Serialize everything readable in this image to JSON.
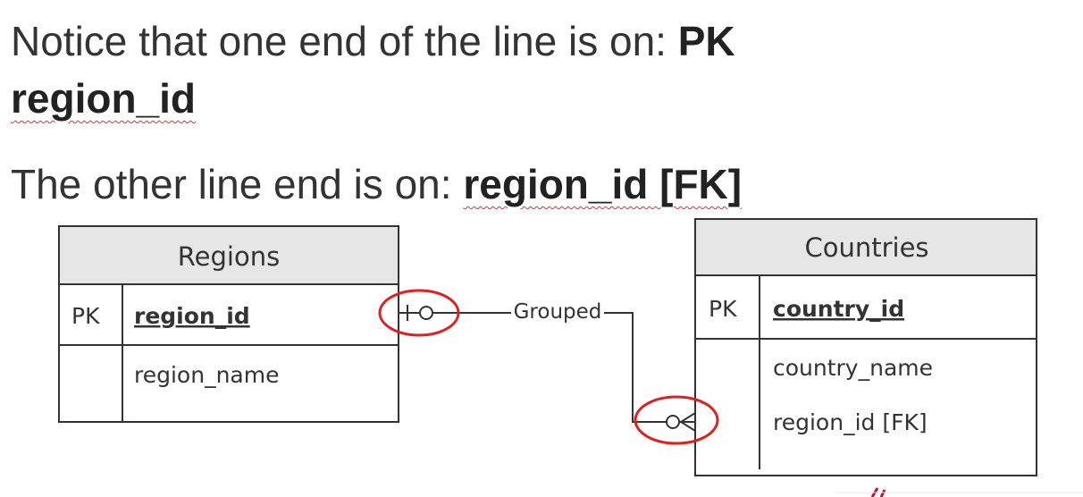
{
  "slide": {
    "line1_prefix": "Notice that one end of the line is on: ",
    "line1_bold": "PK",
    "line2_bold": "region_id",
    "line3_prefix": "The other line end is on: ",
    "line3_bold": "region_id [FK]"
  },
  "diagram": {
    "regions": {
      "title": "Regions",
      "pk_label": "PK",
      "pk_field": "region_id",
      "fields": [
        "region_name"
      ]
    },
    "countries": {
      "title": "Countries",
      "pk_label": "PK",
      "pk_field": "country_id",
      "fields": [
        "country_name",
        "region_id [FK]"
      ]
    },
    "relationship_label": "Grouped",
    "colors": {
      "header_fill": "#e6e6e6",
      "border": "#333333",
      "highlight": "#e02020"
    }
  }
}
